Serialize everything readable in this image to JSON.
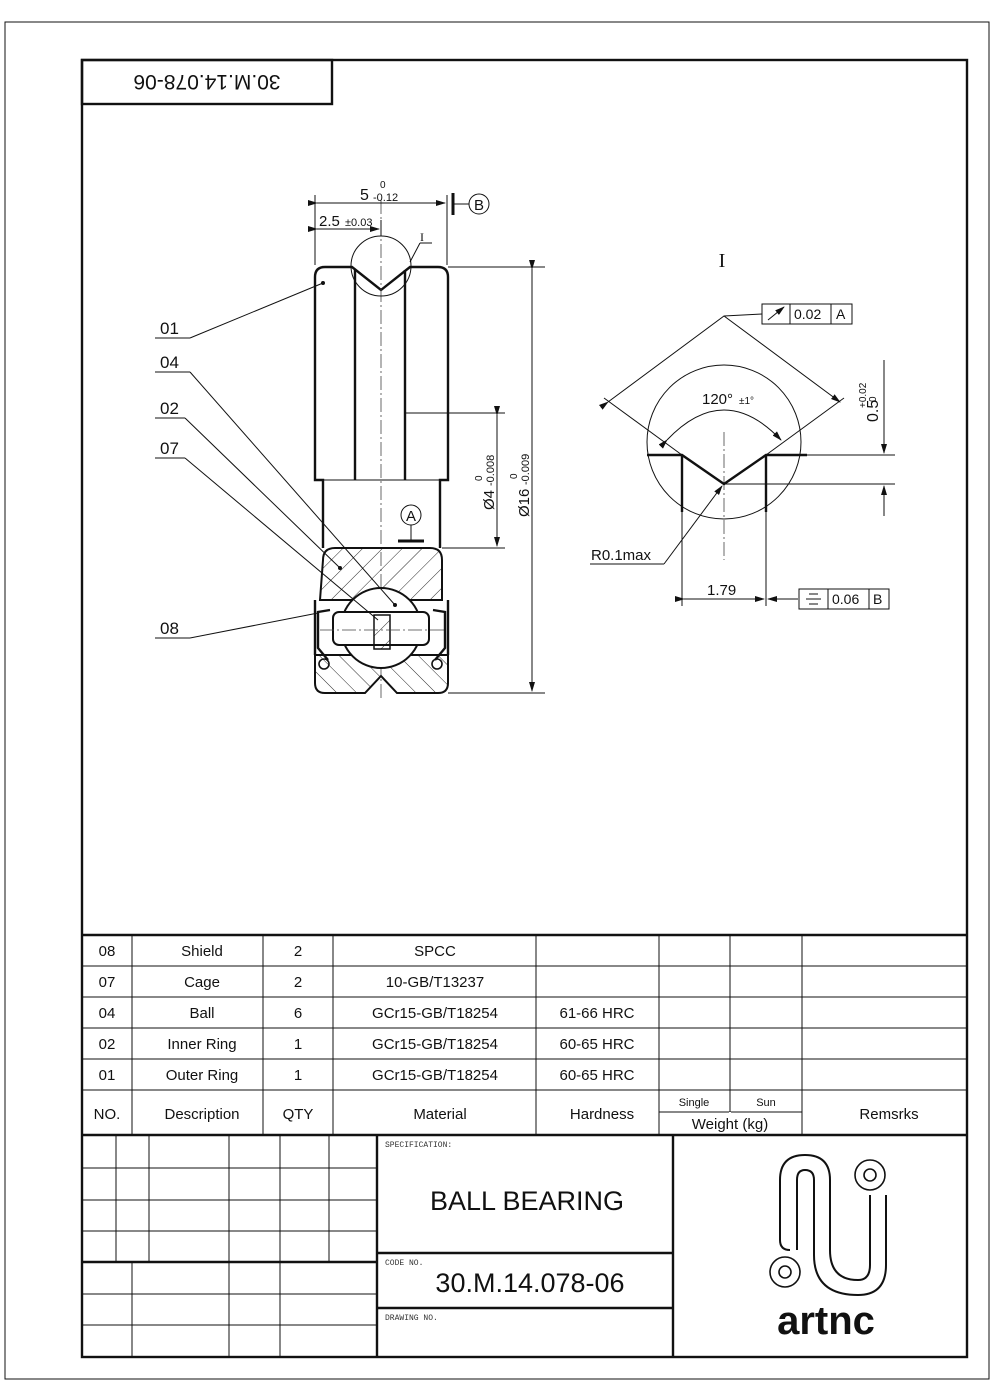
{
  "sheet": {
    "rotated_code": "30.M.14.078-06"
  },
  "main_view": {
    "dim_width": "5",
    "dim_width_upper": "0",
    "dim_width_lower": "-0.12",
    "datum_b": "B",
    "dim_half": "2.5",
    "dim_half_tol": "±0.03",
    "detail_ref": "I",
    "datum_a": "A",
    "dim_groove_dia": "Ø4",
    "dim_groove_upper": "0",
    "dim_groove_lower": "-0.008",
    "dim_outer_dia": "Ø16",
    "dim_outer_upper": "0",
    "dim_outer_lower": "-0.009",
    "balloons": [
      "01",
      "04",
      "02",
      "07",
      "08"
    ]
  },
  "detail_view": {
    "title": "I",
    "runout_value": "0.02",
    "runout_datum": "A",
    "angle": "120°",
    "angle_tol": "±1°",
    "depth": "0.5",
    "depth_upper": "+0.02",
    "depth_lower": "0",
    "radius": "R0.1max",
    "width": "1.79",
    "symmetry_symbol": "⌯",
    "symmetry_value": "0.06",
    "symmetry_datum": "B"
  },
  "bom": {
    "rows": [
      {
        "no": "08",
        "description": "Shield",
        "qty": "2",
        "material": "SPCC",
        "hardness": ""
      },
      {
        "no": "07",
        "description": "Cage",
        "qty": "2",
        "material": "10-GB/T13237",
        "hardness": ""
      },
      {
        "no": "04",
        "description": "Ball",
        "qty": "6",
        "material": "GCr15-GB/T18254",
        "hardness": "61-66  HRC"
      },
      {
        "no": "02",
        "description": "Inner Ring",
        "qty": "1",
        "material": "GCr15-GB/T18254",
        "hardness": "60-65  HRC"
      },
      {
        "no": "01",
        "description": "Outer Ring",
        "qty": "1",
        "material": "GCr15-GB/T18254",
        "hardness": "60-65  HRC"
      }
    ],
    "header": {
      "no": "NO.",
      "description": "Description",
      "qty": "QTY",
      "material": "Material",
      "hardness": "Hardness",
      "single": "Single",
      "sum": "Sun",
      "weight": "Weight (kg)",
      "remarks": "Remsrks"
    }
  },
  "title_block": {
    "spec_label": "SPECIFICATION:",
    "spec_value": "BALL BEARING",
    "code_label": "CODE NO.",
    "code_value": "30.M.14.078-06",
    "drawing_label": "DRAWING NO.",
    "drawing_value": "",
    "logo_text": "artnc"
  }
}
